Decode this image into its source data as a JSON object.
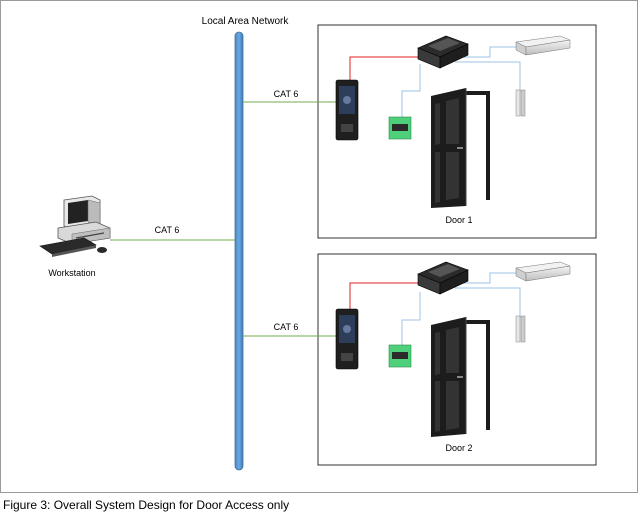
{
  "diagram": {
    "lan_label": "Local Area Network",
    "workstation_label": "Workstation",
    "cat6_label": "CAT 6",
    "doors": [
      {
        "label": "Door 1"
      },
      {
        "label": "Door 2"
      }
    ]
  },
  "caption": "Figure 3: Overall System Design for Door Access only",
  "colors": {
    "lan_bar": "#5b9bd5",
    "lan_bar_border": "#41719c",
    "cat6_cable": "#70ad47",
    "power_cable": "#e02020",
    "signal_cable": "#9dc3e6",
    "door": "#1c1c1c",
    "exit_button": "#4fd07a"
  }
}
